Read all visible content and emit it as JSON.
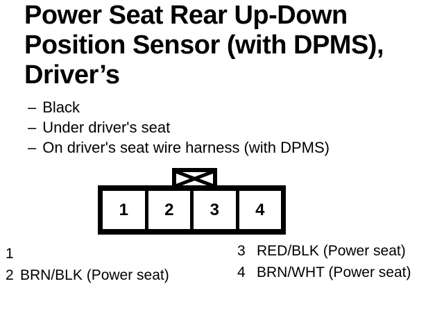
{
  "title": {
    "lines": [
      "Power Seat Rear Up-Down",
      "Position Sensor (with DPMS),",
      "Driver’s"
    ]
  },
  "details": {
    "dash": "–",
    "items": [
      "Black",
      "Under driver's seat",
      "On driver's seat wire harness (with DPMS)"
    ]
  },
  "connector": {
    "pins": [
      "1",
      "2",
      "3",
      "4"
    ]
  },
  "legend": {
    "left": [
      {
        "pin": "1",
        "label": ""
      },
      {
        "pin": "2",
        "label": "BRN/BLK (Power seat)"
      }
    ],
    "right": [
      {
        "pin": "3",
        "label": "RED/BLK (Power seat)"
      },
      {
        "pin": "4",
        "label": "BRN/WHT (Power seat)"
      }
    ]
  },
  "colors": {
    "ink": "#000000",
    "paper": "#ffffff"
  }
}
